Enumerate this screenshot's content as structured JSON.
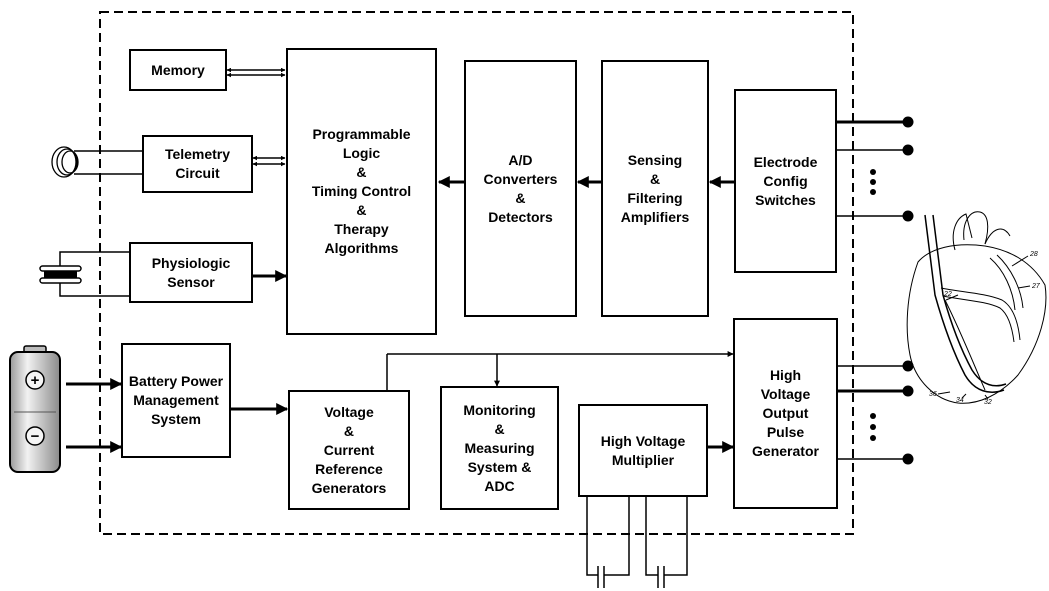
{
  "blocks": {
    "memory": "Memory",
    "telemetry": "Telemetry\nCircuit",
    "physiologic": "Physiologic\nSensor",
    "programmable": "Programmable\nLogic\n&\nTiming Control\n&\nTherapy\nAlgorithms",
    "ad_converters": "A/D\nConverters\n&\nDetectors",
    "sensing": "Sensing\n&\nFiltering\nAmplifiers",
    "electrode": "Electrode\nConfig\nSwitches",
    "battery_mgmt": "Battery Power\nManagement\nSystem",
    "voltage_ref": "Voltage\n&\nCurrent\nReference\nGenerators",
    "monitoring": "Monitoring\n&\nMeasuring\nSystem &\nADC",
    "hv_multiplier": "High Voltage\nMultiplier",
    "hv_output": "High\nVoltage\nOutput\nPulse\nGenerator"
  },
  "heart_labels": [
    "28",
    "22",
    "27",
    "36",
    "34",
    "32"
  ],
  "icons": {
    "coil": "telemetry-coil-icon",
    "sensor": "physiologic-sensor-icon",
    "battery": "battery-icon",
    "heart": "heart-illustration",
    "battery_plus": "+",
    "battery_minus": "−"
  },
  "colors": {
    "line": "#000000",
    "battery_body": "#dcdcdc"
  }
}
